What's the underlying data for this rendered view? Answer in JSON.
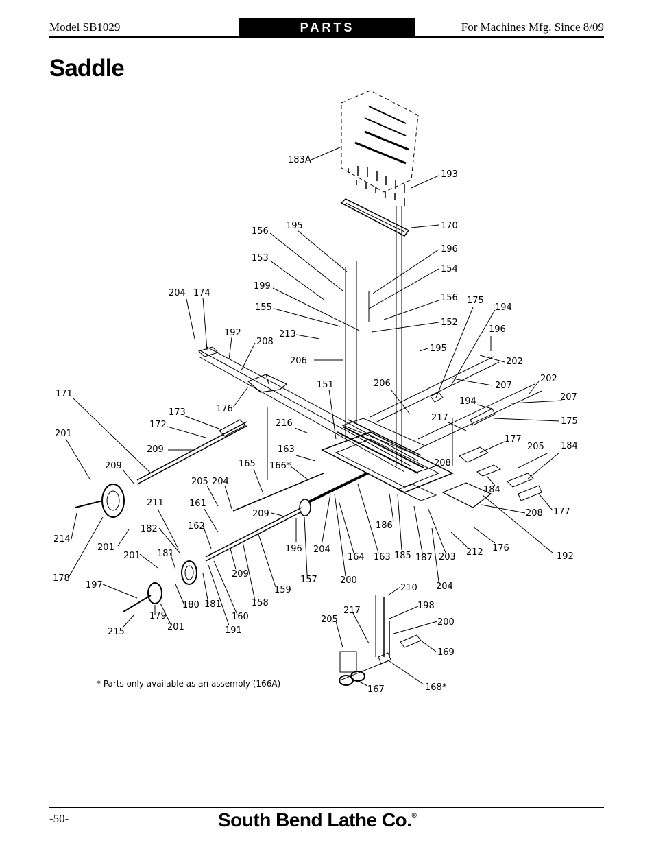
{
  "header": {
    "model": "Model SB1029",
    "section": "PARTS",
    "mfg": "For Machines Mfg. Since 8/09"
  },
  "title": "Saddle",
  "diagram": {
    "labels": [
      {
        "id": "l183A",
        "text": "183A"
      },
      {
        "id": "l193",
        "text": "193"
      },
      {
        "id": "l170",
        "text": "170"
      },
      {
        "id": "l156a",
        "text": "156"
      },
      {
        "id": "l195a",
        "text": "195"
      },
      {
        "id": "l196a",
        "text": "196"
      },
      {
        "id": "l153",
        "text": "153"
      },
      {
        "id": "l154",
        "text": "154"
      },
      {
        "id": "l199",
        "text": "199"
      },
      {
        "id": "l156b",
        "text": "156"
      },
      {
        "id": "l175a",
        "text": "175"
      },
      {
        "id": "l194a",
        "text": "194"
      },
      {
        "id": "l155",
        "text": "155"
      },
      {
        "id": "l152",
        "text": "152"
      },
      {
        "id": "l204a",
        "text": "204"
      },
      {
        "id": "l174",
        "text": "174"
      },
      {
        "id": "l213",
        "text": "213"
      },
      {
        "id": "l196b",
        "text": "196"
      },
      {
        "id": "l192a",
        "text": "192"
      },
      {
        "id": "l208a",
        "text": "208"
      },
      {
        "id": "l195b",
        "text": "195"
      },
      {
        "id": "l206a",
        "text": "206"
      },
      {
        "id": "l202a",
        "text": "202"
      },
      {
        "id": "l151",
        "text": "151"
      },
      {
        "id": "l206b",
        "text": "206"
      },
      {
        "id": "l207a",
        "text": "207"
      },
      {
        "id": "l202b",
        "text": "202"
      },
      {
        "id": "l171",
        "text": "171"
      },
      {
        "id": "l207b",
        "text": "207"
      },
      {
        "id": "l176a",
        "text": "176"
      },
      {
        "id": "l194b",
        "text": "194"
      },
      {
        "id": "l173",
        "text": "173"
      },
      {
        "id": "l175b",
        "text": "175"
      },
      {
        "id": "l217a",
        "text": "217"
      },
      {
        "id": "l172",
        "text": "172"
      },
      {
        "id": "l216",
        "text": "216"
      },
      {
        "id": "l201a",
        "text": "201"
      },
      {
        "id": "l177a",
        "text": "177"
      },
      {
        "id": "l205a",
        "text": "205"
      },
      {
        "id": "l184a",
        "text": "184"
      },
      {
        "id": "l209a",
        "text": "209"
      },
      {
        "id": "l163a",
        "text": "163"
      },
      {
        "id": "l208b",
        "text": "208"
      },
      {
        "id": "l165",
        "text": "165"
      },
      {
        "id": "l166",
        "text": "166*"
      },
      {
        "id": "l209b",
        "text": "209"
      },
      {
        "id": "l205b",
        "text": "205"
      },
      {
        "id": "l204b",
        "text": "204"
      },
      {
        "id": "l184b",
        "text": "184"
      },
      {
        "id": "l211",
        "text": "211"
      },
      {
        "id": "l161",
        "text": "161"
      },
      {
        "id": "l208c",
        "text": "208"
      },
      {
        "id": "l177b",
        "text": "177"
      },
      {
        "id": "l209c",
        "text": "209"
      },
      {
        "id": "l162",
        "text": "162"
      },
      {
        "id": "l182",
        "text": "182"
      },
      {
        "id": "l186",
        "text": "186"
      },
      {
        "id": "l214",
        "text": "214"
      },
      {
        "id": "l201b",
        "text": "201"
      },
      {
        "id": "l196c",
        "text": "196"
      },
      {
        "id": "l204c",
        "text": "204"
      },
      {
        "id": "l176b",
        "text": "176"
      },
      {
        "id": "l181a",
        "text": "181"
      },
      {
        "id": "l201c",
        "text": "201"
      },
      {
        "id": "l164",
        "text": "164"
      },
      {
        "id": "l163b",
        "text": "163"
      },
      {
        "id": "l185",
        "text": "185"
      },
      {
        "id": "l187",
        "text": "187"
      },
      {
        "id": "l203",
        "text": "203"
      },
      {
        "id": "l212",
        "text": "212"
      },
      {
        "id": "l192b",
        "text": "192"
      },
      {
        "id": "l209d",
        "text": "209"
      },
      {
        "id": "l178",
        "text": "178"
      },
      {
        "id": "l157",
        "text": "157"
      },
      {
        "id": "l200a",
        "text": "200"
      },
      {
        "id": "l197",
        "text": "197"
      },
      {
        "id": "l159",
        "text": "159"
      },
      {
        "id": "l204d",
        "text": "204"
      },
      {
        "id": "l210",
        "text": "210"
      },
      {
        "id": "l180",
        "text": "180"
      },
      {
        "id": "l181b",
        "text": "181"
      },
      {
        "id": "l158",
        "text": "158"
      },
      {
        "id": "l198",
        "text": "198"
      },
      {
        "id": "l179",
        "text": "179"
      },
      {
        "id": "l217b",
        "text": "217"
      },
      {
        "id": "l160",
        "text": "160"
      },
      {
        "id": "l205c",
        "text": "205"
      },
      {
        "id": "l200b",
        "text": "200"
      },
      {
        "id": "l215",
        "text": "215"
      },
      {
        "id": "l201d",
        "text": "201"
      },
      {
        "id": "l191",
        "text": "191"
      },
      {
        "id": "l169",
        "text": "169"
      },
      {
        "id": "l167",
        "text": "167"
      },
      {
        "id": "l168",
        "text": "168*"
      }
    ]
  },
  "note": "* Parts only available as an assembly (166A)",
  "footer": {
    "page": "-50-",
    "brand": "South Bend Lathe Co.",
    "registered": "®"
  }
}
